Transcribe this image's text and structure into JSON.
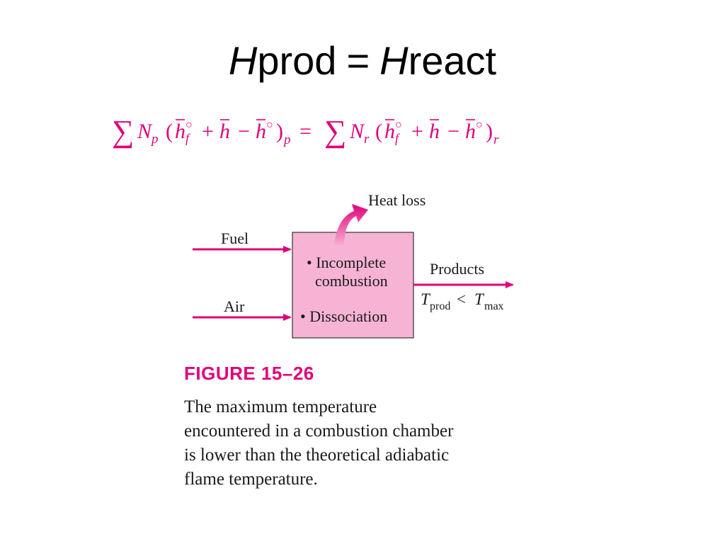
{
  "title": {
    "lhs_symbol": "H",
    "lhs_sub": "prod",
    "equals": "=",
    "rhs_symbol": "H",
    "rhs_sub": "react"
  },
  "equation": {
    "text": "∑ Np(h°f + h − h°)p = ∑ Nr(h°f + h − h°)r"
  },
  "diagram": {
    "box_items": [
      "• Incomplete",
      "combustion",
      "• Dissociation"
    ],
    "inputs": [
      "Fuel",
      "Air"
    ],
    "heat_label": "Heat loss",
    "output_label": "Products",
    "t_prod": "T",
    "t_prod_sub": "prod",
    "lt": "<",
    "t_max": "T",
    "t_max_sub": "max"
  },
  "figure": {
    "label": "FIGURE 15–26",
    "caption_lines": [
      "The maximum temperature",
      "encountered in a combustion chamber",
      "is lower than the theoretical adiabatic",
      "flame temperature."
    ]
  },
  "colors": {
    "accent": "#e0007a",
    "box_fill": "#f7b3d4",
    "text": "#1a1a1a"
  }
}
